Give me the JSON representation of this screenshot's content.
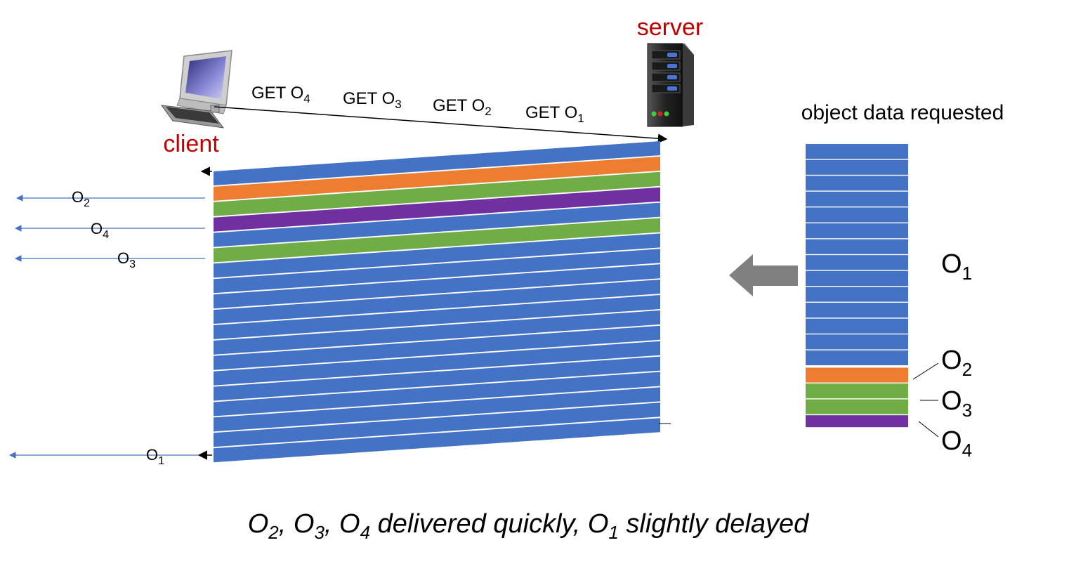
{
  "labels": {
    "server": "server",
    "client": "client",
    "object_data_requested": "object data requested"
  },
  "requests": [
    {
      "prefix": "GET O",
      "sub": "4"
    },
    {
      "prefix": "GET O",
      "sub": "3"
    },
    {
      "prefix": "GET O",
      "sub": "2"
    },
    {
      "prefix": "GET O",
      "sub": "1"
    }
  ],
  "deliveries": [
    {
      "base": "O",
      "sub": "2"
    },
    {
      "base": "O",
      "sub": "4"
    },
    {
      "base": "O",
      "sub": "3"
    },
    {
      "base": "O",
      "sub": "1"
    }
  ],
  "stack_labels": [
    {
      "base": "O",
      "sub": "1"
    },
    {
      "base": "O",
      "sub": "2"
    },
    {
      "base": "O",
      "sub": "3"
    },
    {
      "base": "O",
      "sub": "4"
    }
  ],
  "caption": {
    "parts": [
      {
        "base": "O",
        "sub": "2",
        "after": ", "
      },
      {
        "base": "O",
        "sub": "3",
        "after": ", "
      },
      {
        "base": "O",
        "sub": "4",
        "after": " delivered quickly, "
      },
      {
        "base": "O",
        "sub": "1",
        "after": " slightly delayed"
      }
    ]
  },
  "colors": {
    "blue": "#4472c4",
    "orange": "#ed7d31",
    "green": "#70ad47",
    "purple": "#7030a0",
    "server_label": "#c00000",
    "client_label": "#c00000",
    "arrow": "#808080"
  },
  "stream_frames": [
    "blue",
    "orange",
    "green",
    "purple",
    "blue",
    "green",
    "blue",
    "blue",
    "blue",
    "blue",
    "blue",
    "blue",
    "blue",
    "blue",
    "blue",
    "blue",
    "blue",
    "blue",
    "blue"
  ],
  "stack_frames": [
    "blue",
    "blue",
    "blue",
    "blue",
    "blue",
    "blue",
    "blue",
    "blue",
    "blue",
    "blue",
    "blue",
    "blue",
    "blue",
    "blue",
    "orange",
    "green",
    "green",
    "purple"
  ]
}
